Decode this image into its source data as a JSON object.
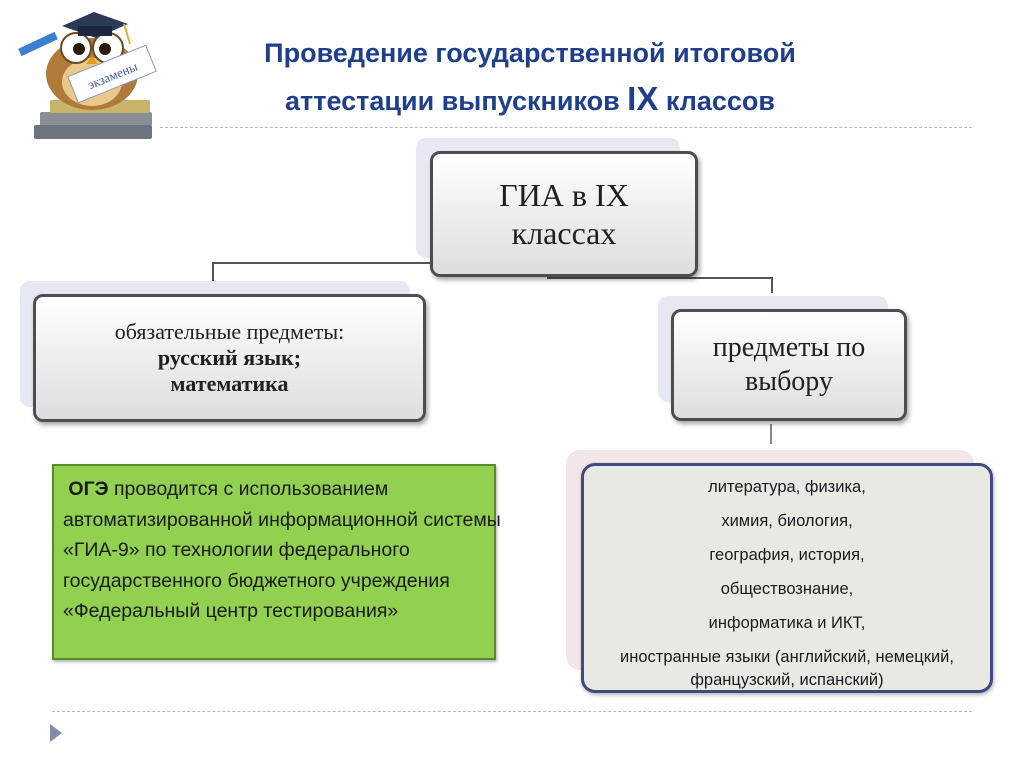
{
  "header": {
    "title_line1": "Проведение государственной итоговой",
    "title_line2_a": "аттестации выпускников ",
    "title_line2_b": "IX",
    "title_line2_c": " классов"
  },
  "logo": {
    "label": "экзамены",
    "icon": "owl-graduate-icon"
  },
  "diagram": {
    "root": {
      "line1": "ГИА в IX",
      "line2": "классах"
    },
    "left": {
      "line1": "обязательные предметы:",
      "line2": "русский язык;",
      "line3": "математика"
    },
    "right": {
      "line1": "предметы по",
      "line2": "выбору"
    }
  },
  "info": {
    "bold": "ОГЭ",
    "text": " проводится с использованием автоматизированной информационной системы «ГИА-9» по технологии федерального государственного бюджетного учреждения «Федеральный центр тестирования»"
  },
  "subjects": [
    "литература, физика,",
    "химия, биология,",
    "география, история,",
    "обществознание,",
    "информатика и ИКТ,",
    "иностранные языки (английский, немецкий, французский, испанский)"
  ],
  "colors": {
    "title": "#1f3f8c",
    "info_bg": "#92d050",
    "list_border": "#3e4a80"
  }
}
